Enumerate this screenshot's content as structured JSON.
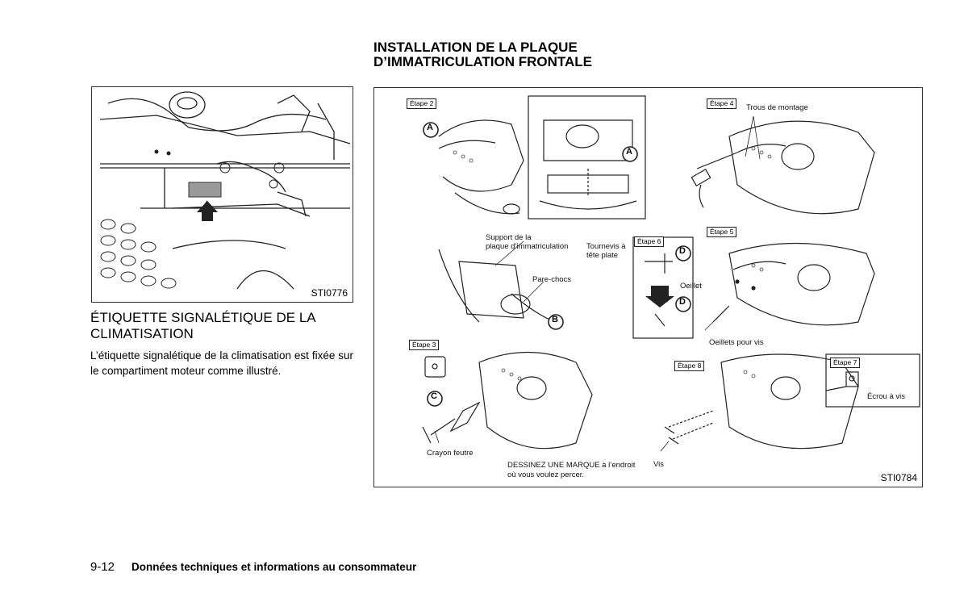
{
  "section_title": "INSTALLATION DE LA PLAQUE D’IMMATRICULATION FRONTALE",
  "left_figure": {
    "code": "STI0776"
  },
  "subheading": "ÉTIQUETTE SIGNALÉTIQUE DE LA CLIMATISATION",
  "body": "L’étiquette signalétique de la climatisation est fixée sur le compartiment moteur comme illustré.",
  "right_figure": {
    "code": "STI0784",
    "steps": {
      "step2": "Étape 2",
      "step3": "Étape 3",
      "step4": "Étape 4",
      "step5": "Étape 5",
      "step6": "Étape 6",
      "step7": "Étape 7",
      "step8": "Étape 8"
    },
    "markers": {
      "a": "A",
      "b": "B",
      "c": "C",
      "d": "D"
    },
    "labels": {
      "mounting_holes": "Trous de montage",
      "plate_support_1": "Support de la",
      "plate_support_2": "plaque d’immatriculation",
      "screwdriver_1": "Tournevis à",
      "screwdriver_2": "tête plate",
      "bumper": "Pare-chocs",
      "grommet": "Oeillet",
      "screw_grommets": "Oeillets pour vis",
      "felt_pen": "Crayon feutre",
      "mark_1_bold": "DESSINEZ UNE MARQUE",
      "mark_1_rest": " à l’endroit",
      "mark_2": "où vous voulez percer.",
      "screws": "Vis",
      "screw_nut": "Écrou à vis"
    }
  },
  "footer": {
    "page": "9-12",
    "title": "Données techniques et informations au consommateur"
  }
}
